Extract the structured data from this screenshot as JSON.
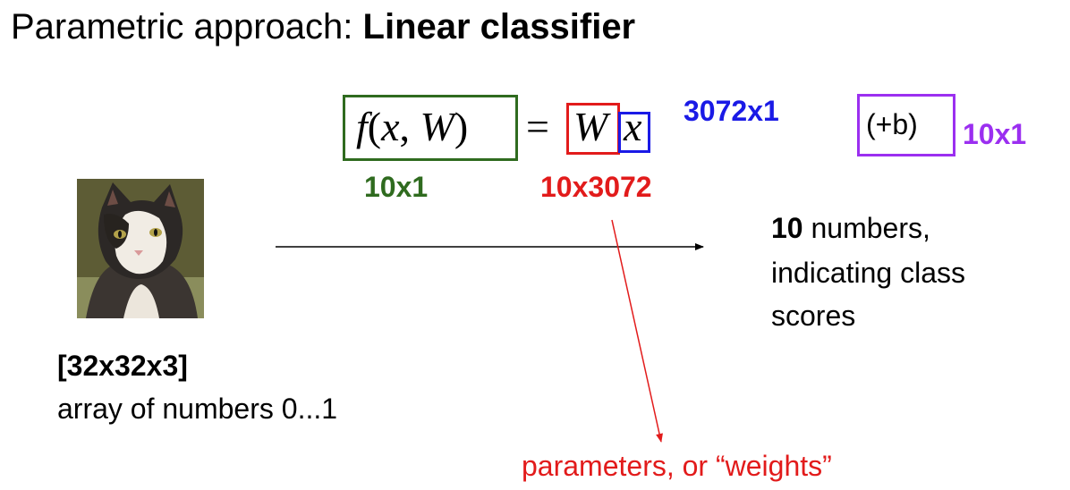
{
  "title": {
    "prefix": "Parametric approach: ",
    "bold": "Linear classifier"
  },
  "equation": {
    "f_label": "f",
    "args_open": "(",
    "x": "x",
    "comma": ", ",
    "W": "W",
    "args_close": ")",
    "equals": "=",
    "W2": "W",
    "x2": "x",
    "bias": "(+b)"
  },
  "dims": {
    "output": "10x1",
    "weights": "10x3072",
    "input": "3072x1",
    "bias": "10x1"
  },
  "input_label": {
    "bold": "[32x32x3]",
    "text": "array of numbers 0...1"
  },
  "output_label": {
    "bold": "10",
    "rest": " numbers,",
    "line2": "indicating class",
    "line3": "scores"
  },
  "weights_note": "parameters, or “weights”",
  "colors": {
    "green": "#2f6b1f",
    "red": "#e21b1b",
    "blue": "#1a1ae6",
    "purple": "#9b2ff0"
  }
}
